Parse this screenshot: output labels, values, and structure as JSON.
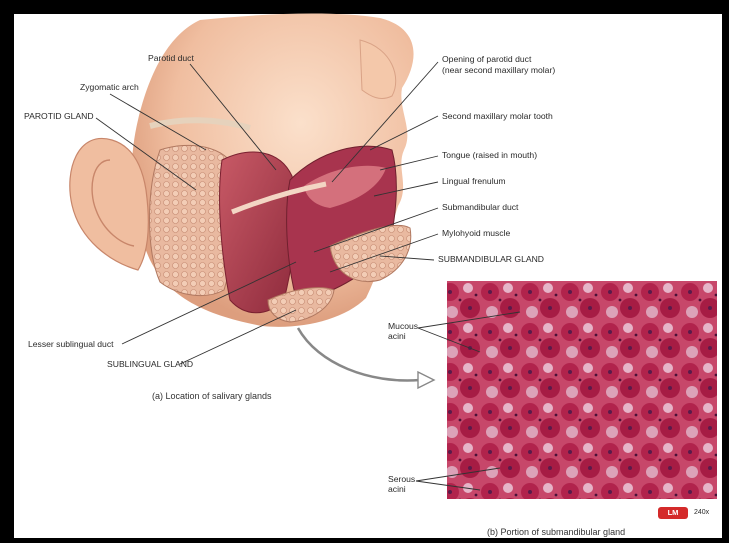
{
  "figure": {
    "labels": {
      "parotid_duct": "Parotid duct",
      "zygomatic_arch": "Zygomatic arch",
      "parotid_gland": "PAROTID GLAND",
      "opening_parotid_duct_line1": "Opening of parotid duct",
      "opening_parotid_duct_line2": "(near second maxillary molar)",
      "second_maxillary_molar": "Second maxillary molar tooth",
      "tongue": "Tongue (raised in mouth)",
      "lingual_frenulum": "Lingual frenulum",
      "submandibular_duct": "Submandibular duct",
      "mylohyoid_muscle": "Mylohyoid muscle",
      "submandibular_gland": "SUBMANDIBULAR GLAND",
      "lesser_sublingual_duct": "Lesser sublingual duct",
      "sublingual_gland": "SUBLINGUAL GLAND",
      "mucous_acini_line1": "Mucous",
      "mucous_acini_line2": "acini",
      "serous_acini_line1": "Serous",
      "serous_acini_line2": "acini"
    },
    "captions": {
      "part_a": "(a) Location of salivary glands",
      "part_b": "(b) Portion of submandibular gland"
    },
    "micrograph": {
      "badge": "LM",
      "magnification": "240x"
    },
    "colors": {
      "background": "#000000",
      "panel": "#ffffff",
      "skin": "#f2c4a6",
      "muscle": "#b8465a",
      "gland": "#e8b8a0",
      "histology_base": "#b62a4e",
      "lm_badge": "#d42a2a"
    }
  }
}
